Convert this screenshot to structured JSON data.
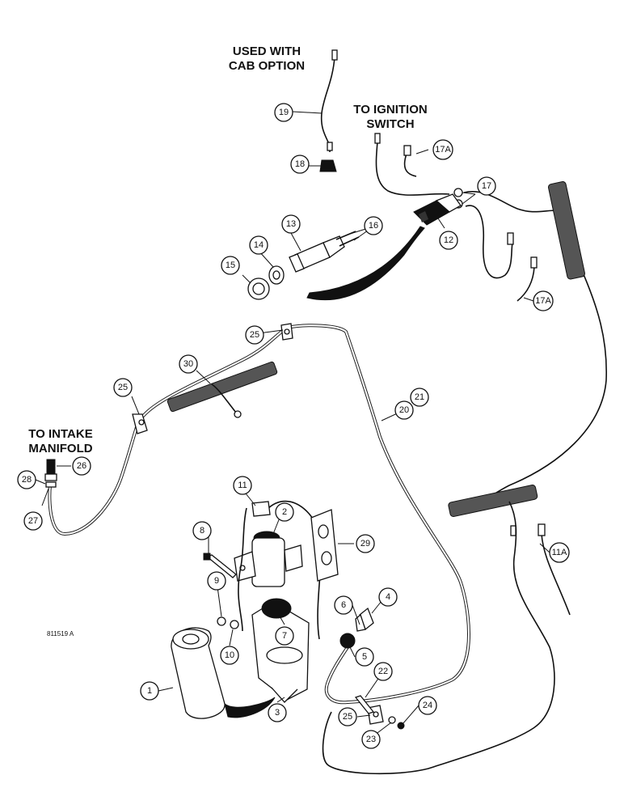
{
  "notes": {
    "cab_option": [
      "USED WITH",
      "CAB OPTION"
    ],
    "ignition": [
      "TO IGNITION",
      "SWITCH"
    ],
    "intake": [
      "TO INTAKE",
      "MANIFOLD"
    ]
  },
  "figure_id": "811519 A",
  "callouts": [
    "1",
    "2",
    "3",
    "4",
    "5",
    "6",
    "7",
    "8",
    "9",
    "10",
    "11",
    "11A",
    "12",
    "13",
    "14",
    "15",
    "16",
    "17",
    "17A",
    "17A",
    "18",
    "19",
    "20",
    "21",
    "22",
    "23",
    "24",
    "25",
    "25",
    "25",
    "26",
    "27",
    "28",
    "29",
    "30"
  ]
}
